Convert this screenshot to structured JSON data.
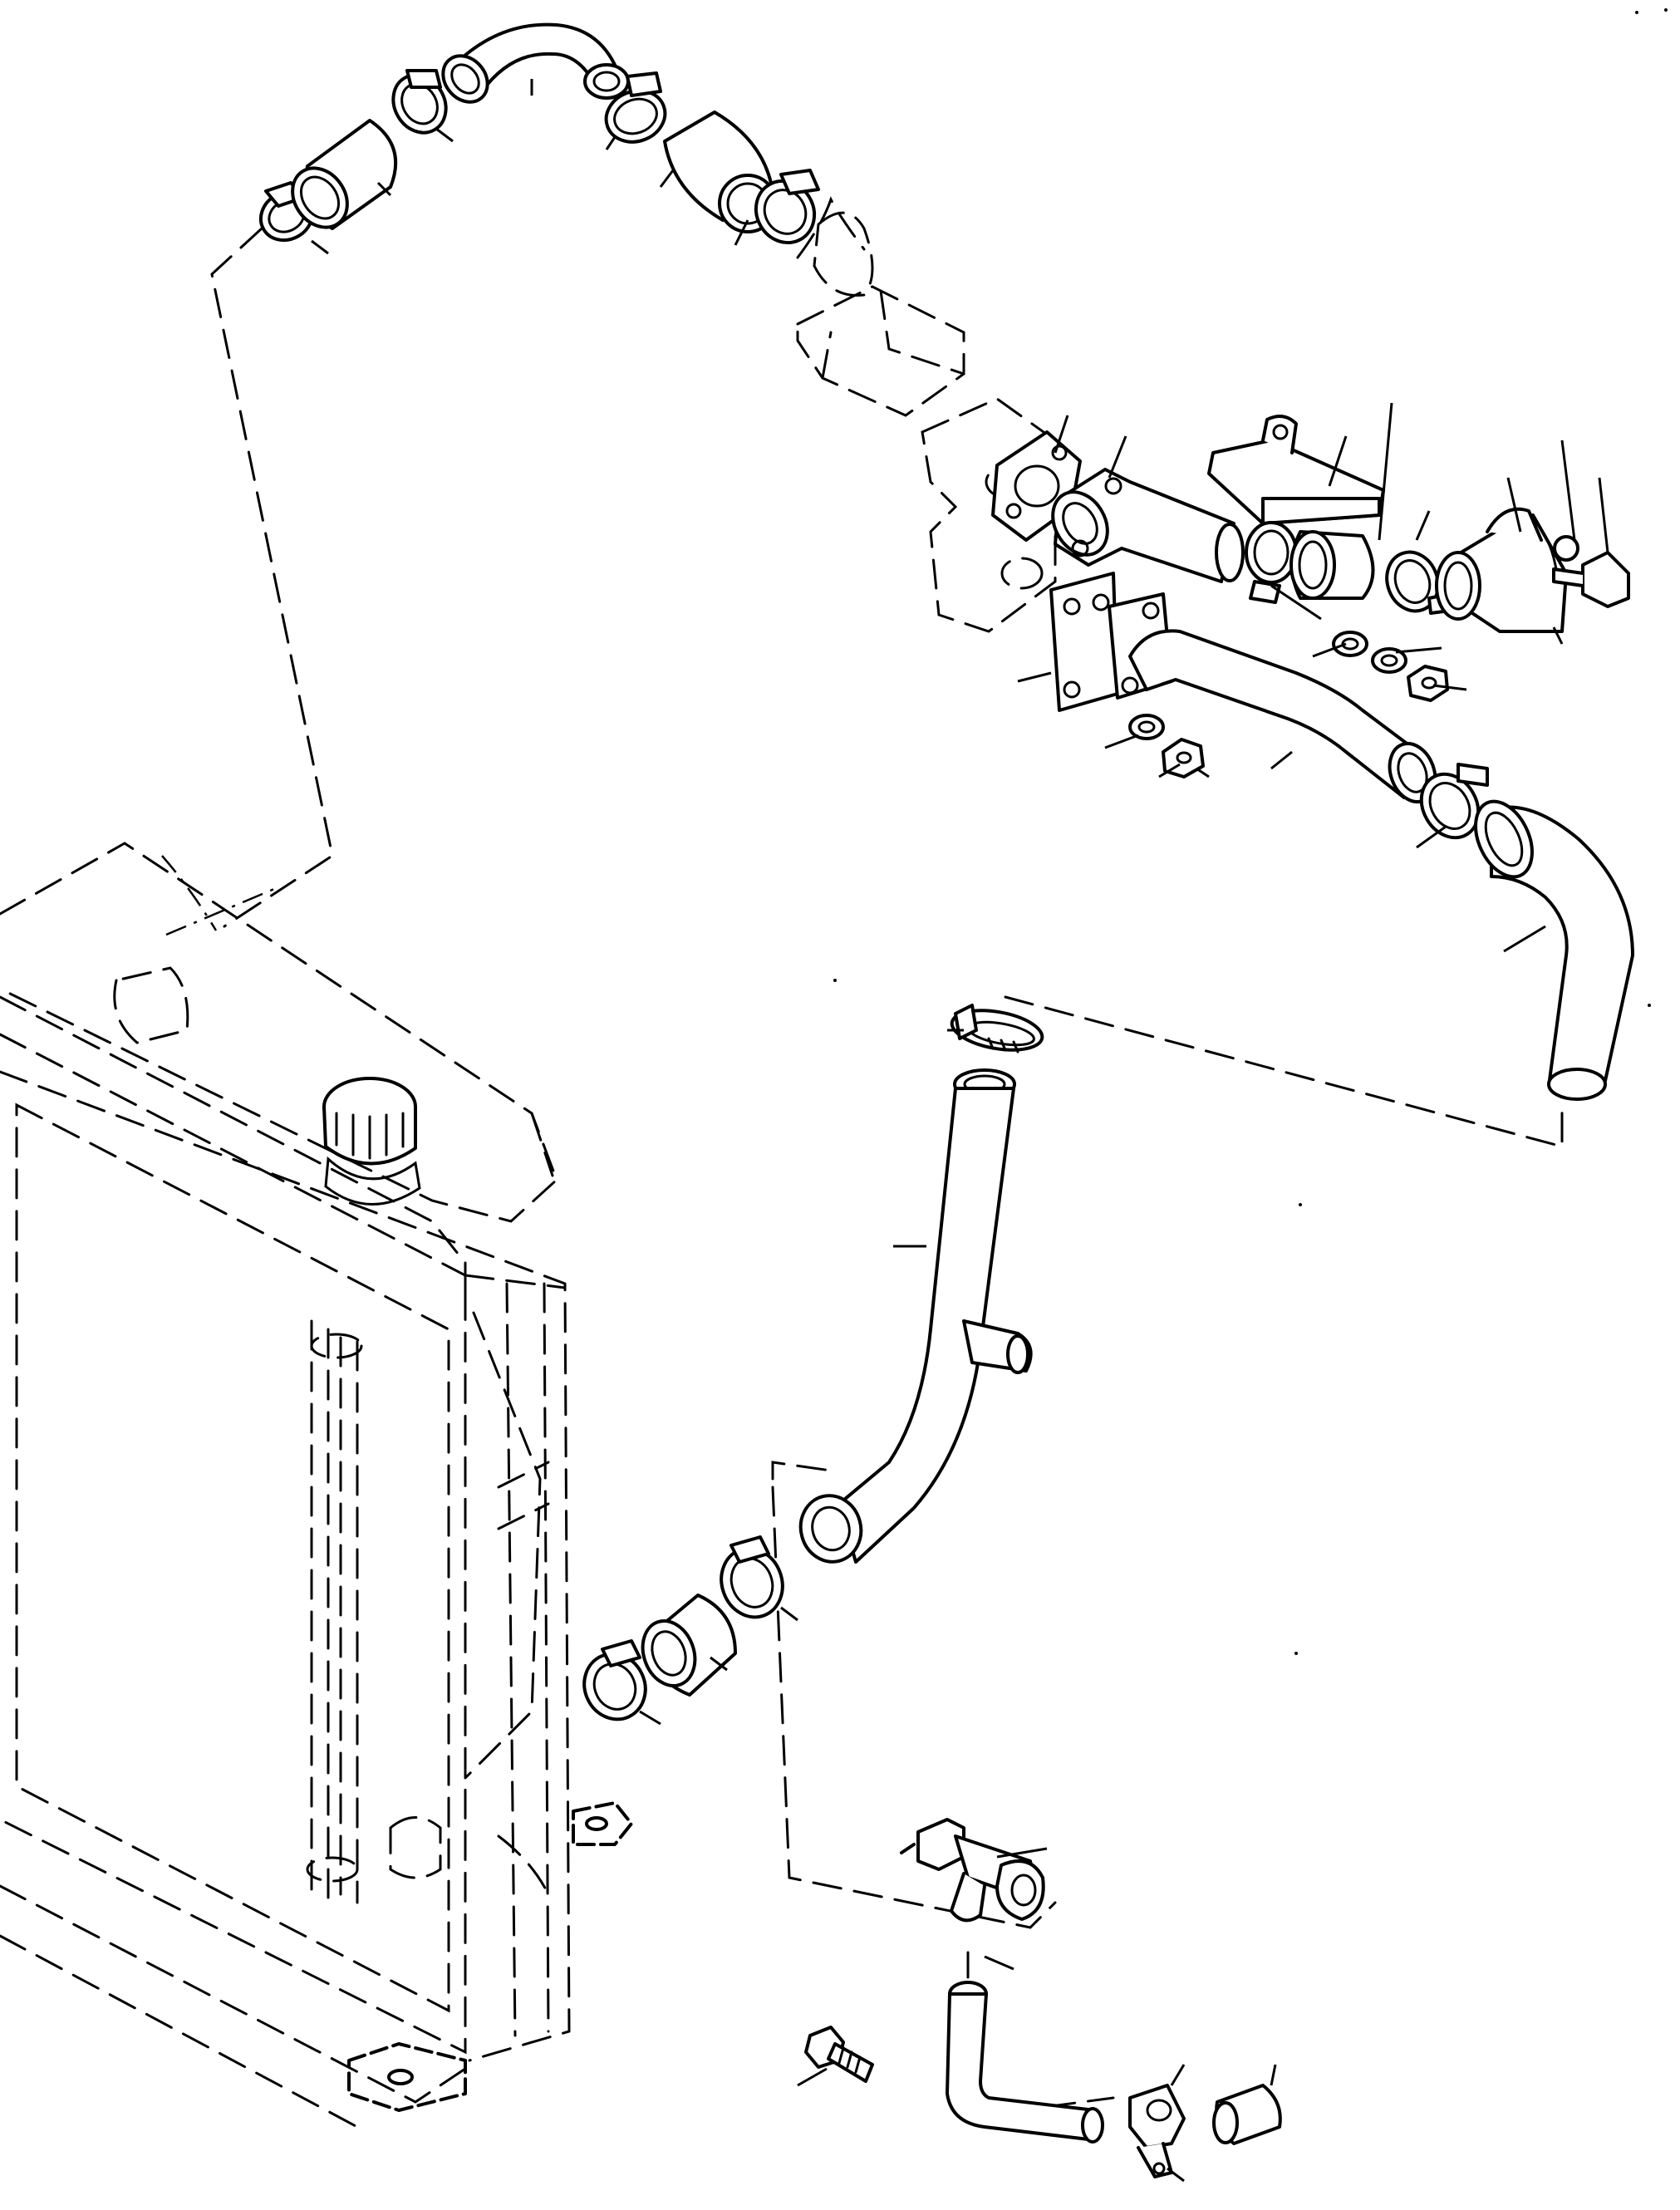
{
  "diagram": {
    "kind": "exploded-parts-view",
    "parts": [
      {
        "id": "upper-clamp-1"
      },
      {
        "id": "upper-hose-short"
      },
      {
        "id": "upper-clamp-2"
      },
      {
        "id": "upper-bent-pipe"
      },
      {
        "id": "upper-clamp-3"
      },
      {
        "id": "upper-hose-long"
      },
      {
        "id": "upper-clamp-4"
      },
      {
        "id": "gasket-flange"
      },
      {
        "id": "elbow-outlet-pipe"
      },
      {
        "id": "bracket-plate"
      },
      {
        "id": "mid-clamp-1"
      },
      {
        "id": "mid-hose"
      },
      {
        "id": "mid-clamp-2"
      },
      {
        "id": "thermostat-pipe"
      },
      {
        "id": "bolt-right"
      },
      {
        "id": "washer-upper"
      },
      {
        "id": "nut-upper"
      },
      {
        "id": "gasket-lower"
      },
      {
        "id": "long-water-pipe"
      },
      {
        "id": "washer-lower"
      },
      {
        "id": "nut-lower"
      },
      {
        "id": "pipe-clamp"
      },
      {
        "id": "big-curved-hose"
      },
      {
        "id": "top-hose-clip"
      },
      {
        "id": "radiator-inlet-pipe"
      },
      {
        "id": "lower-clamp-1"
      },
      {
        "id": "lower-hose"
      },
      {
        "id": "lower-clamp-2"
      },
      {
        "id": "drain-cock"
      },
      {
        "id": "drain-elbow-hose"
      },
      {
        "id": "drain-bolt"
      },
      {
        "id": "drain-clip"
      },
      {
        "id": "drain-cap"
      }
    ],
    "reference_components": [
      "radiator-phantom",
      "engine-housing-phantom"
    ]
  }
}
